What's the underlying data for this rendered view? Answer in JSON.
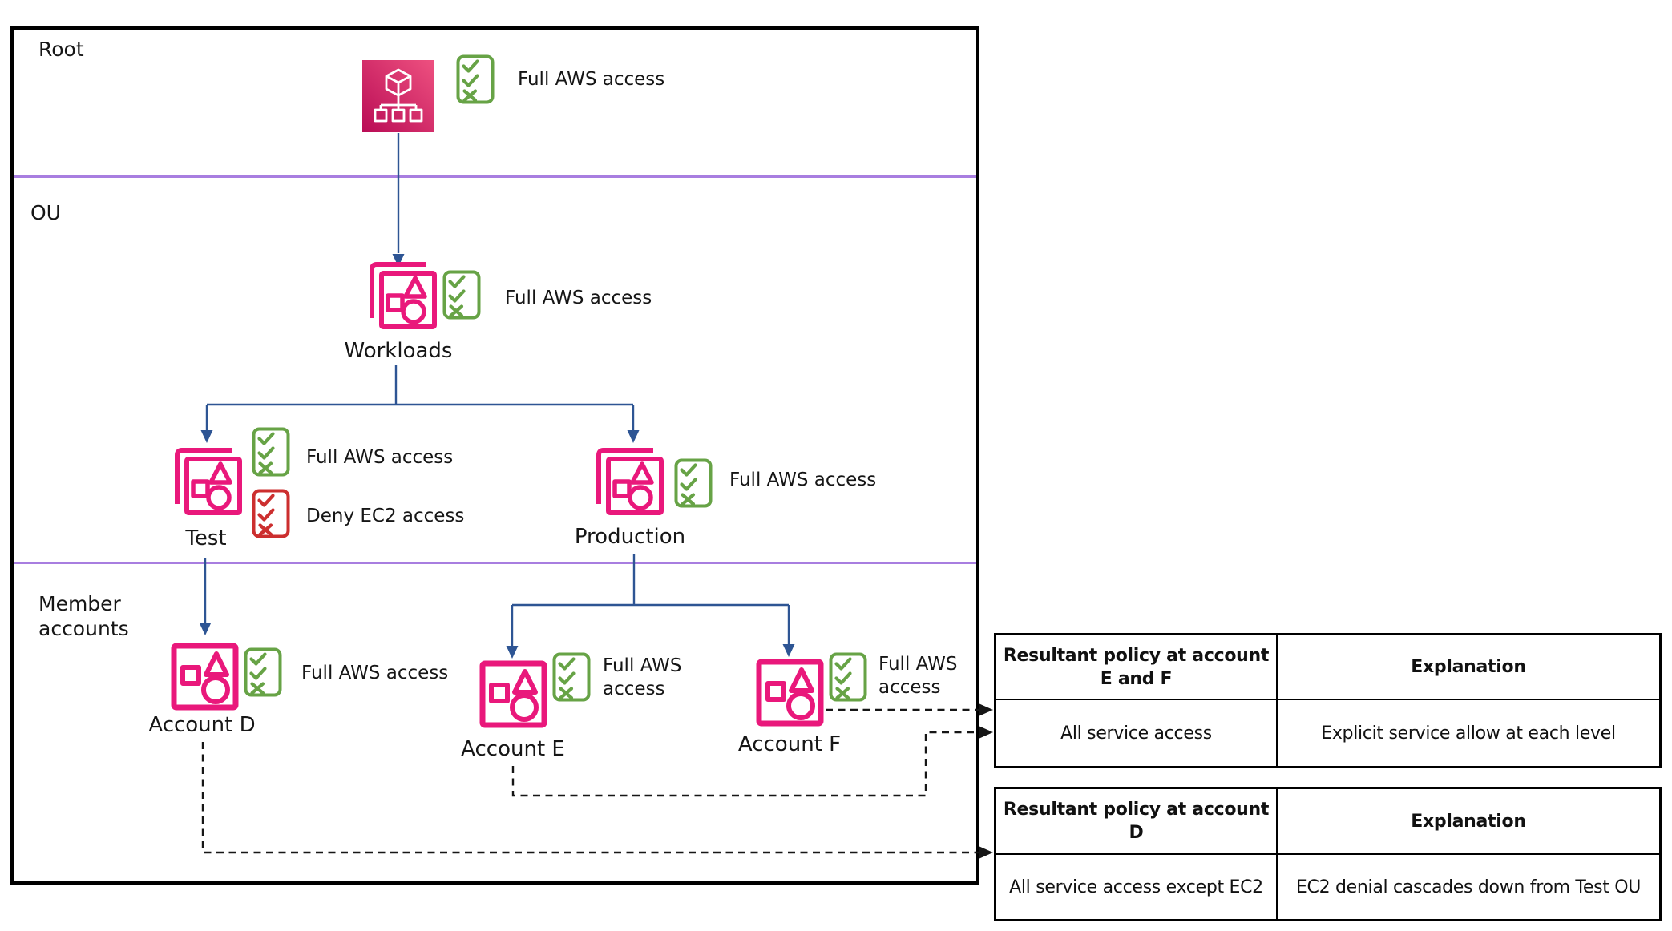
{
  "colors": {
    "pink": "#e9187b",
    "pink_gradient_light": "#ee5180",
    "pink_gradient_dark": "#b90c55",
    "green_allow": "#67a346",
    "red_deny": "#cc2f2f",
    "blue_arrow": "#2e5594",
    "purple_separator": "#a87ee0",
    "border_black": "#000000"
  },
  "sections": {
    "root": "Root",
    "ou": "OU",
    "member": "Member accounts"
  },
  "nodes": {
    "root": {
      "icon": "aws-organizations-icon",
      "policies": [
        {
          "kind": "allow",
          "label": "Full AWS access"
        }
      ]
    },
    "workloads": {
      "label": "Workloads",
      "icon": "organizational-unit-icon",
      "policies": [
        {
          "kind": "allow",
          "label": "Full AWS access"
        }
      ]
    },
    "test": {
      "label": "Test",
      "icon": "organizational-unit-icon",
      "policies": [
        {
          "kind": "allow",
          "label": "Full AWS access"
        },
        {
          "kind": "deny",
          "label": "Deny EC2 access"
        }
      ]
    },
    "production": {
      "label": "Production",
      "icon": "organizational-unit-icon",
      "policies": [
        {
          "kind": "allow",
          "label": "Full AWS access"
        }
      ]
    },
    "account_d": {
      "label": "Account D",
      "icon": "account-icon",
      "policies": [
        {
          "kind": "allow",
          "label": "Full AWS access"
        }
      ]
    },
    "account_e": {
      "label": "Account E",
      "icon": "account-icon",
      "policies": [
        {
          "kind": "allow",
          "label": "Full AWS access"
        }
      ]
    },
    "account_f": {
      "label": "Account F",
      "icon": "account-icon",
      "policies": [
        {
          "kind": "allow",
          "label": "Full AWS access"
        }
      ]
    }
  },
  "tables": {
    "ef": {
      "col1_header": "Resultant policy at account\nE and F",
      "col2_header": "Explanation",
      "col1_value": "All service access",
      "col2_value": "Explicit service allow at each level"
    },
    "d": {
      "col1_header": "Resultant policy at account\nD",
      "col2_header": "Explanation",
      "col1_value": "All service access except EC2",
      "col2_value": "EC2 denial cascades down from Test OU"
    }
  }
}
